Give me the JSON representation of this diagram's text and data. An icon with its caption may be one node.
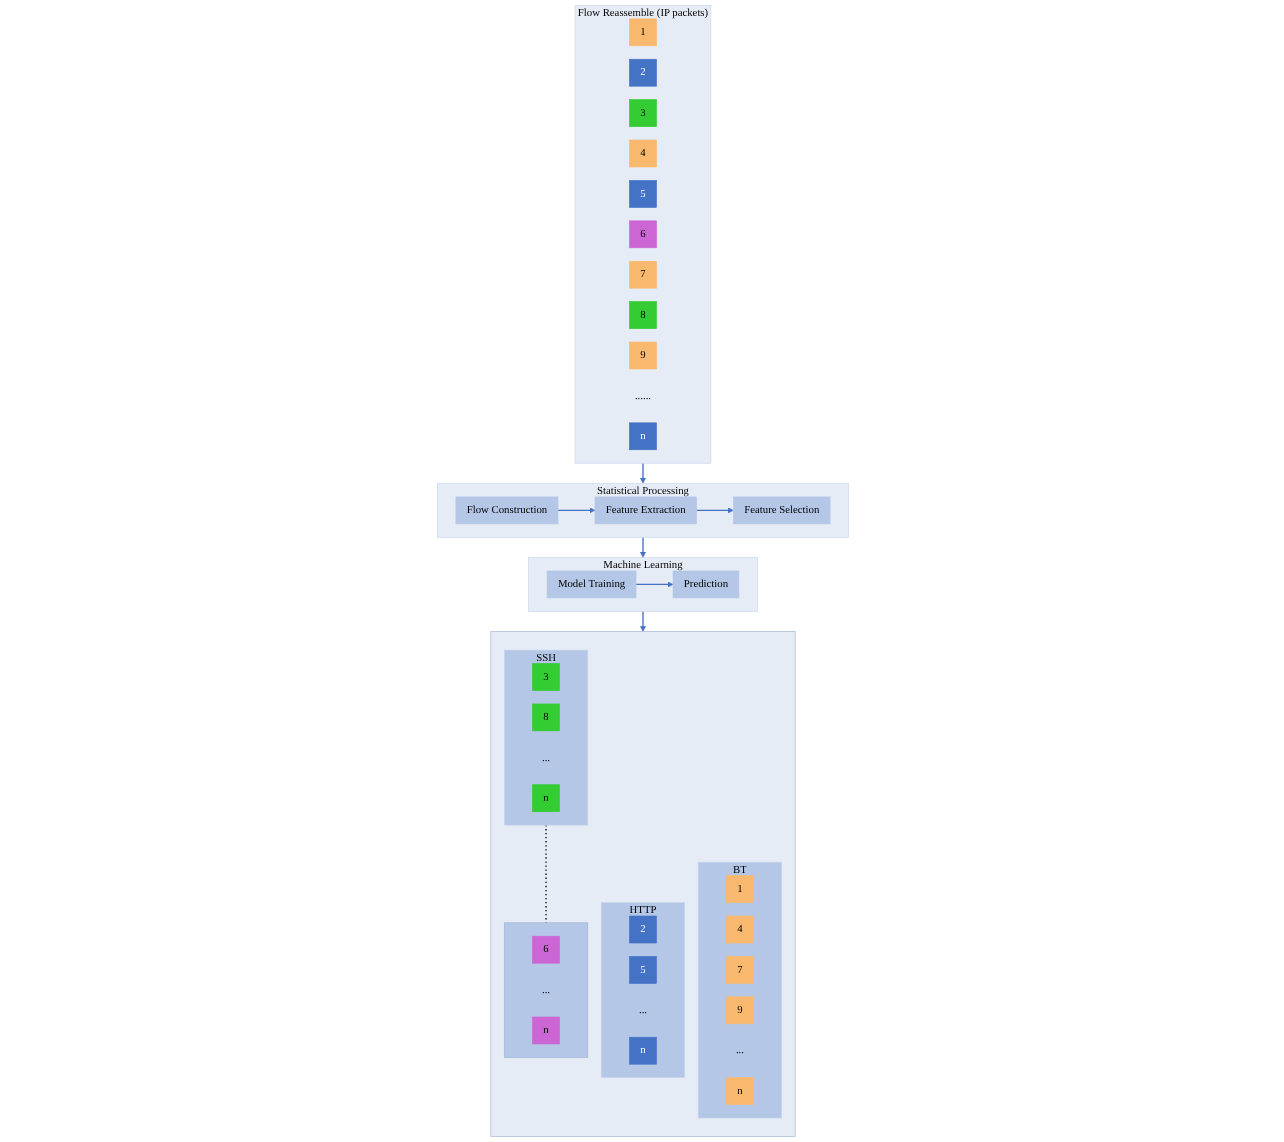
{
  "diagram": {
    "nodes": [
      {
        "text": [
          "Flow Reassemble (IP packets)"
        ]
      },
      {
        "text": [
          "1"
        ],
        "in": 0
      },
      {
        "text": [
          "2"
        ],
        "in": 0
      },
      {
        "text": [
          "3"
        ],
        "in": 0
      },
      {
        "text": [
          "4"
        ],
        "in": 0
      },
      {
        "text": [
          "5"
        ],
        "in": 0
      },
      {
        "text": [
          "6"
        ],
        "in": 0
      },
      {
        "text": [
          "7"
        ],
        "in": 0
      },
      {
        "text": [
          "8"
        ],
        "in": 0
      },
      {
        "text": [
          "9"
        ],
        "in": 0
      },
      {
        "text": [
          "......"
        ],
        "in": 0
      },
      {
        "text": [
          "n"
        ],
        "in": 0
      },
      {
        "text": [
          "Statistical Processing"
        ]
      },
      {
        "text": [
          "Flow Construction"
        ],
        "in": 12
      },
      {
        "text": [
          "Feature Extraction"
        ],
        "in": 12
      },
      {
        "text": [
          "Feature Selection"
        ],
        "in": 12
      },
      {
        "text": [
          "Machine Learning"
        ]
      },
      {
        "text": [
          "Model Training"
        ],
        "in": 16
      },
      {
        "text": [
          "Prediction"
        ],
        "in": 16
      },
      {
        "text": [],
        "shape": "box"
      },
      {
        "text": [
          "BT"
        ],
        "in": 19
      },
      {
        "text": [
          "1"
        ],
        "in": 20
      },
      {
        "text": [
          "4"
        ],
        "in": 20
      },
      {
        "text": [
          "7"
        ],
        "in": 20
      },
      {
        "text": [
          "9"
        ],
        "in": 20
      },
      {
        "text": [
          "..."
        ],
        "in": 20
      },
      {
        "text": [
          "n"
        ],
        "in": 20
      },
      {
        "text": [
          "HTTP"
        ],
        "in": 19
      },
      {
        "text": [
          "2"
        ],
        "in": 27
      },
      {
        "text": [
          "5"
        ],
        "in": 27
      },
      {
        "text": [
          "..."
        ],
        "in": 27
      },
      {
        "text": [
          "n"
        ],
        "in": 27
      },
      {
        "text": [
          "SSH"
        ],
        "in": 19
      },
      {
        "text": [
          "3"
        ],
        "in": 32
      },
      {
        "text": [
          "8"
        ],
        "in": 32
      },
      {
        "text": [
          "..."
        ],
        "in": 32
      },
      {
        "text": [
          "n"
        ],
        "in": 32
      },
      {
        "text": [],
        "shape": "box",
        "in": 19
      },
      {
        "text": [
          "6"
        ],
        "in": 37
      },
      {
        "text": [
          "..."
        ],
        "in": 37
      },
      {
        "text": [
          "n"
        ],
        "in": 37
      }
    ],
    "edges": [
      {
        "from": 0,
        "to": 12,
        "arrow": "to"
      },
      {
        "from": 13,
        "to": 14,
        "arrow": "to"
      },
      {
        "from": 14,
        "to": 15,
        "arrow": "to"
      },
      {
        "from": 12,
        "to": 16,
        "arrow": "to"
      },
      {
        "from": 17,
        "to": 18,
        "arrow": "to"
      },
      {
        "from": 16,
        "to": 19,
        "arrow": "to"
      },
      {
        "from": 32,
        "to": 37,
        "arrow": "none",
        "style": "dashed",
        "color": "#000000"
      }
    ]
  }
}
